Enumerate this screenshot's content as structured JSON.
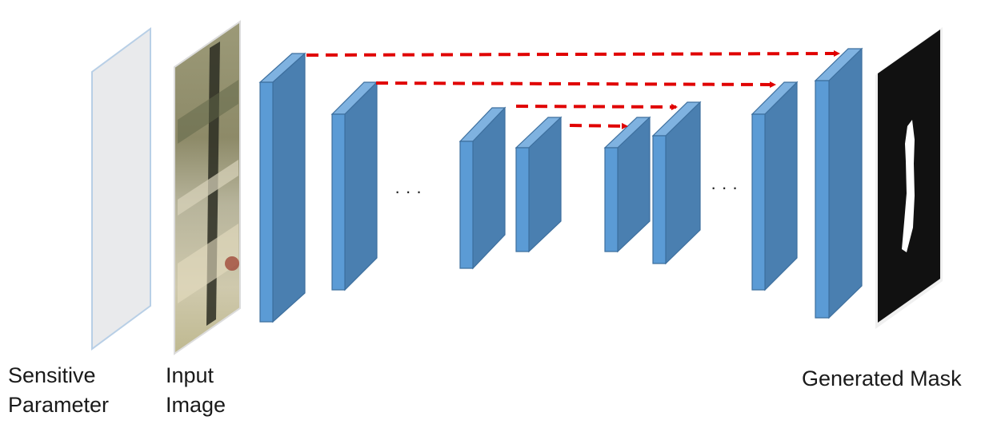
{
  "labels": {
    "sensitive_parameter": [
      "Sensitive",
      "Parameter"
    ],
    "input_image": [
      "Input",
      "Image"
    ],
    "generated_mask": "Generated Mask"
  },
  "ellipsis": "· · ·",
  "colors": {
    "block_front": "#5b9bd5",
    "block_side": "#4a7fb0",
    "block_top": "#7fb2e0",
    "block_edge": "#3d6f9e",
    "skip_arrow": "#e00000",
    "sensitive_plane": "#e9eaec",
    "sensitive_plane_edge": "#b8cfe6",
    "mask_background": "#111111",
    "mask_foreground": "#ffffff"
  },
  "skip_connections": 4
}
